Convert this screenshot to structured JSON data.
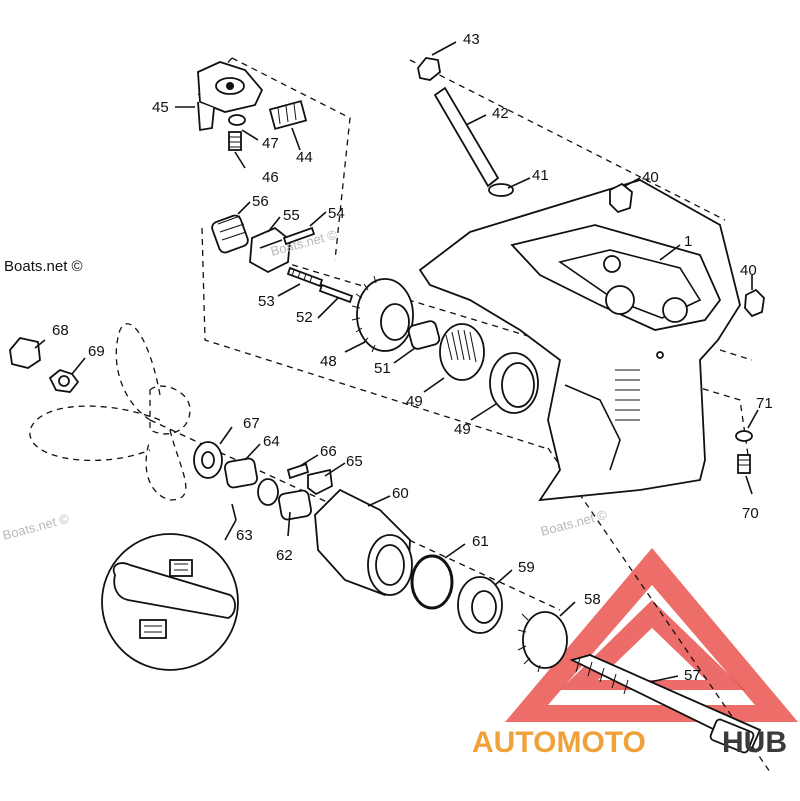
{
  "watermarks": {
    "site": "Boats.net ©"
  },
  "brand": {
    "name_part1": "AUTOMOTO",
    "name_part2": "HUB",
    "color_primary": "#f0a23a",
    "color_logo": "#e8413c"
  },
  "callouts": {
    "p1": "1",
    "p40a": "40",
    "p40b": "40",
    "p41": "41",
    "p42": "42",
    "p43": "43",
    "p44": "44",
    "p45": "45",
    "p46": "46",
    "p47": "47",
    "p48": "48",
    "p49a": "49",
    "p49b": "49",
    "p51": "51",
    "p52": "52",
    "p53": "53",
    "p54": "54",
    "p55": "55",
    "p56": "56",
    "p57": "57",
    "p58": "58",
    "p59": "59",
    "p60": "60",
    "p61": "61",
    "p62": "62",
    "p63": "63",
    "p64": "64",
    "p65": "65",
    "p66": "66",
    "p67": "67",
    "p68": "68",
    "p69": "69",
    "p70": "70",
    "p71": "71"
  }
}
